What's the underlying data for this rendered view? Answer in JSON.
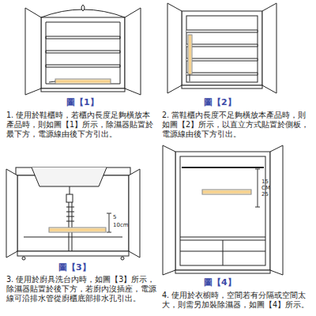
{
  "diagram": {
    "labels": [
      "圖【1】",
      "1. 使用於鞋櫃時，若櫃內長度足夠橫放本產品時，則如圖【1】所示，除濕器貼置於最下方，電源線由後下方引出。",
      "圖【2】",
      "2. 當鞋櫃內長度不足夠橫放本產品時，則如圖【2】所示，以直立方式貼置於側板，電源線由後下方引出。",
      "5",
      "10cm",
      "圖【3】",
      "3. 使用於廚具洗台內時，如圖【3】所示，除濕器貼置於後下方，若廚內沒插座，電源線可沿排水管從廚櫃底部排水孔引出。",
      "15",
      "CM",
      "25",
      "圖【4】",
      "4. 使用於衣櫥時，空間若有分隔或空間太大，則需另加裝除濕器，如圖【4】所示。"
    ]
  }
}
